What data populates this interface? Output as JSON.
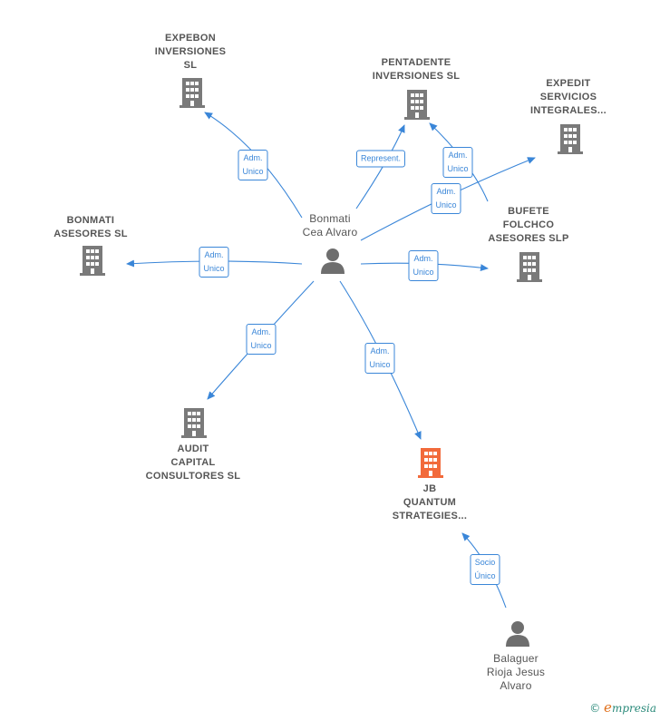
{
  "colors": {
    "edge": "#3a86d8",
    "company": "#7a7a7a",
    "company_highlight": "#f26a3b",
    "person": "#6e6e6e",
    "label_text": "#555555"
  },
  "nodes": {
    "expebon": {
      "label": "EXPEBON\nINVERSIONES\nSL",
      "icon": "building-icon"
    },
    "pentadente": {
      "label": "PENTADENTE\nINVERSIONES SL",
      "icon": "building-icon"
    },
    "expedit": {
      "label": "EXPEDIT\nSERVICIOS\nINTEGRALES...",
      "icon": "building-icon"
    },
    "bonmati_asesores": {
      "label": "BONMATI\nASESORES SL",
      "icon": "building-icon"
    },
    "bufete": {
      "label": "BUFETE\nFOLCHCO\nASESORES  SLP",
      "icon": "building-icon"
    },
    "audit": {
      "label": "AUDIT\nCAPITAL\nCONSULTORES SL",
      "icon": "building-icon"
    },
    "jb_quantum": {
      "label": "JB\nQUANTUM\nSTRATEGIES...",
      "icon": "building-icon"
    },
    "bonmati_person": {
      "label": "Bonmati\nCea Alvaro",
      "icon": "person-icon"
    },
    "balaguer": {
      "label": "Balaguer\nRioja Jesus\nAlvaro",
      "icon": "person-icon"
    }
  },
  "edges": {
    "e1": "Adm.\nUnico",
    "e2": "Represent.",
    "e3": "Adm.\nUnico",
    "e4": "Adm.\nUnico",
    "e5": "Adm.\nUnico",
    "e6": "Adm.\nUnico",
    "e7": "Adm.\nUnico",
    "e8": "Adm.\nUnico",
    "e9": "Socio\nÚnico"
  },
  "footer": {
    "copyright": "©",
    "brand_first": "e",
    "brand_rest": "mpresia"
  }
}
